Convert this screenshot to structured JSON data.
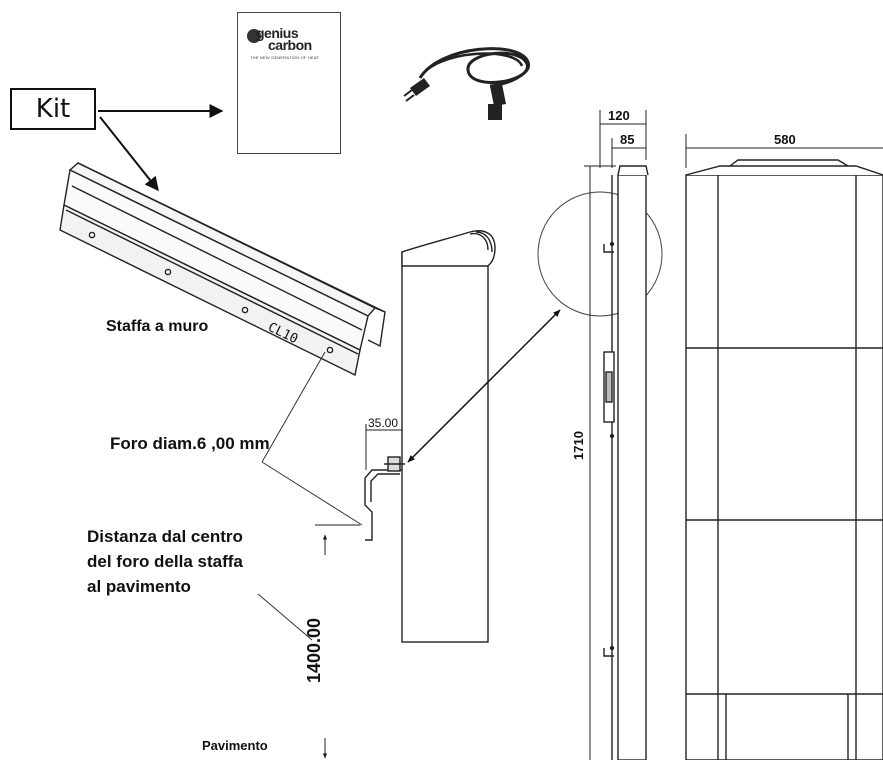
{
  "kit_label": "Kit",
  "manual": {
    "brand_line1": "genius",
    "brand_line2": "carbon",
    "tagline": "THE NEW GENERATION OF HEAT"
  },
  "bracket": {
    "marking": "CL10",
    "label": "Staffa a muro"
  },
  "hole_label": "Foro diam.6 ,00 mm",
  "offset_dim": "35.00",
  "distance_label": {
    "line1": "Distanza dal centro",
    "line2": "del foro della staffa",
    "line3": "al pavimento"
  },
  "height_dim": "1400.00",
  "floor_label": "Pavimento",
  "dims": {
    "depth_total": "120",
    "depth_body": "85",
    "height_total": "1710",
    "width_total": "580"
  }
}
